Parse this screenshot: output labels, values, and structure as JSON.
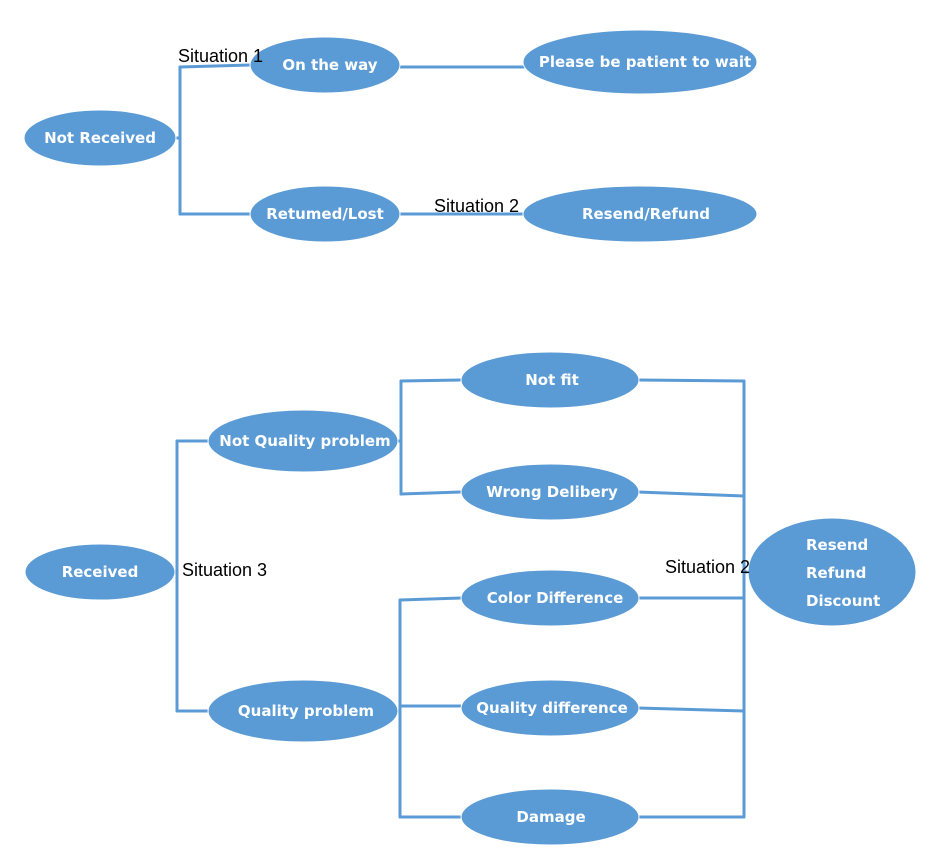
{
  "nodes": {
    "not_received": "Not Received",
    "on_the_way": "On the way",
    "please_wait": "Please be patient to wait",
    "returned_lost": "Retumed/Lost",
    "resend_refund": "Resend/Refund",
    "received": "Received",
    "not_quality_problem": "Not Quality problem",
    "not_fit": "Not fit",
    "wrong_delivery": "Wrong Delibery",
    "quality_problem": "Quality problem",
    "color_difference": "Color Difference",
    "quality_difference": "Quality difference",
    "damage": "Damage",
    "outcome": [
      "Resend",
      "Refund",
      "Discount"
    ]
  },
  "labels": {
    "situation_1": "Situation 1",
    "situation_2_top": "Situation 2",
    "situation_3": "Situation 3",
    "situation_2_bottom": "Situation 2"
  }
}
